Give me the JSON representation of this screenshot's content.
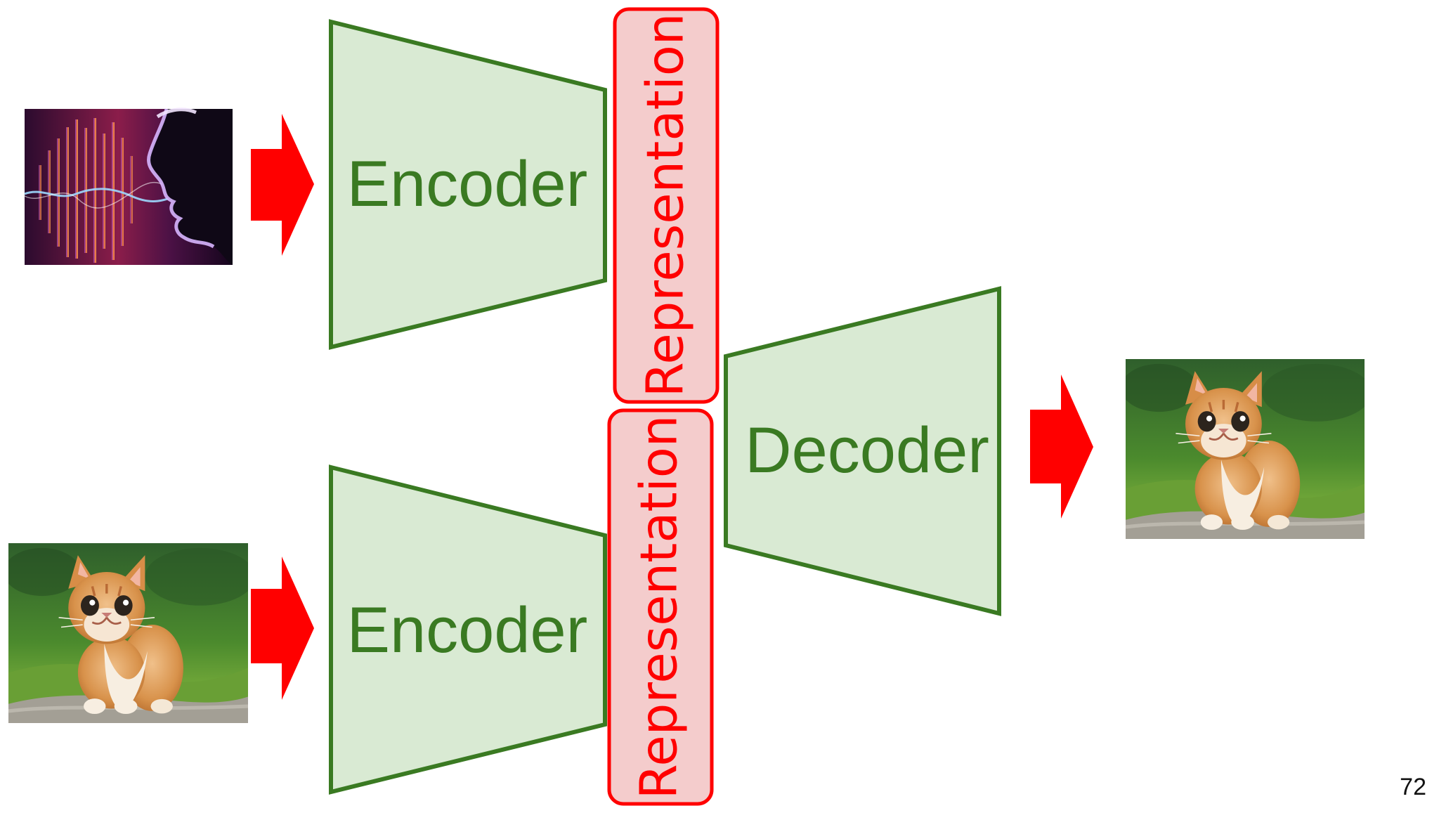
{
  "diagram": {
    "encoder_top": {
      "label": "Encoder"
    },
    "encoder_bottom": {
      "label": "Encoder"
    },
    "decoder": {
      "label": "Decoder"
    },
    "representation_top": {
      "label": "Representation"
    },
    "representation_bottom": {
      "label": "Representation"
    }
  },
  "images": {
    "speech_input": "voice-waveform-image",
    "kitten_input": "kitten-photo",
    "kitten_output": "kitten-photo"
  },
  "page_number": "72",
  "colors": {
    "block_fill": "#d9ead3",
    "block_stroke": "#3a7a22",
    "block_text": "#3a7a22",
    "repr_fill": "#f4cccc",
    "repr_stroke": "#ff0000",
    "repr_text": "#ff0000",
    "arrow_fill": "#ff0000"
  }
}
